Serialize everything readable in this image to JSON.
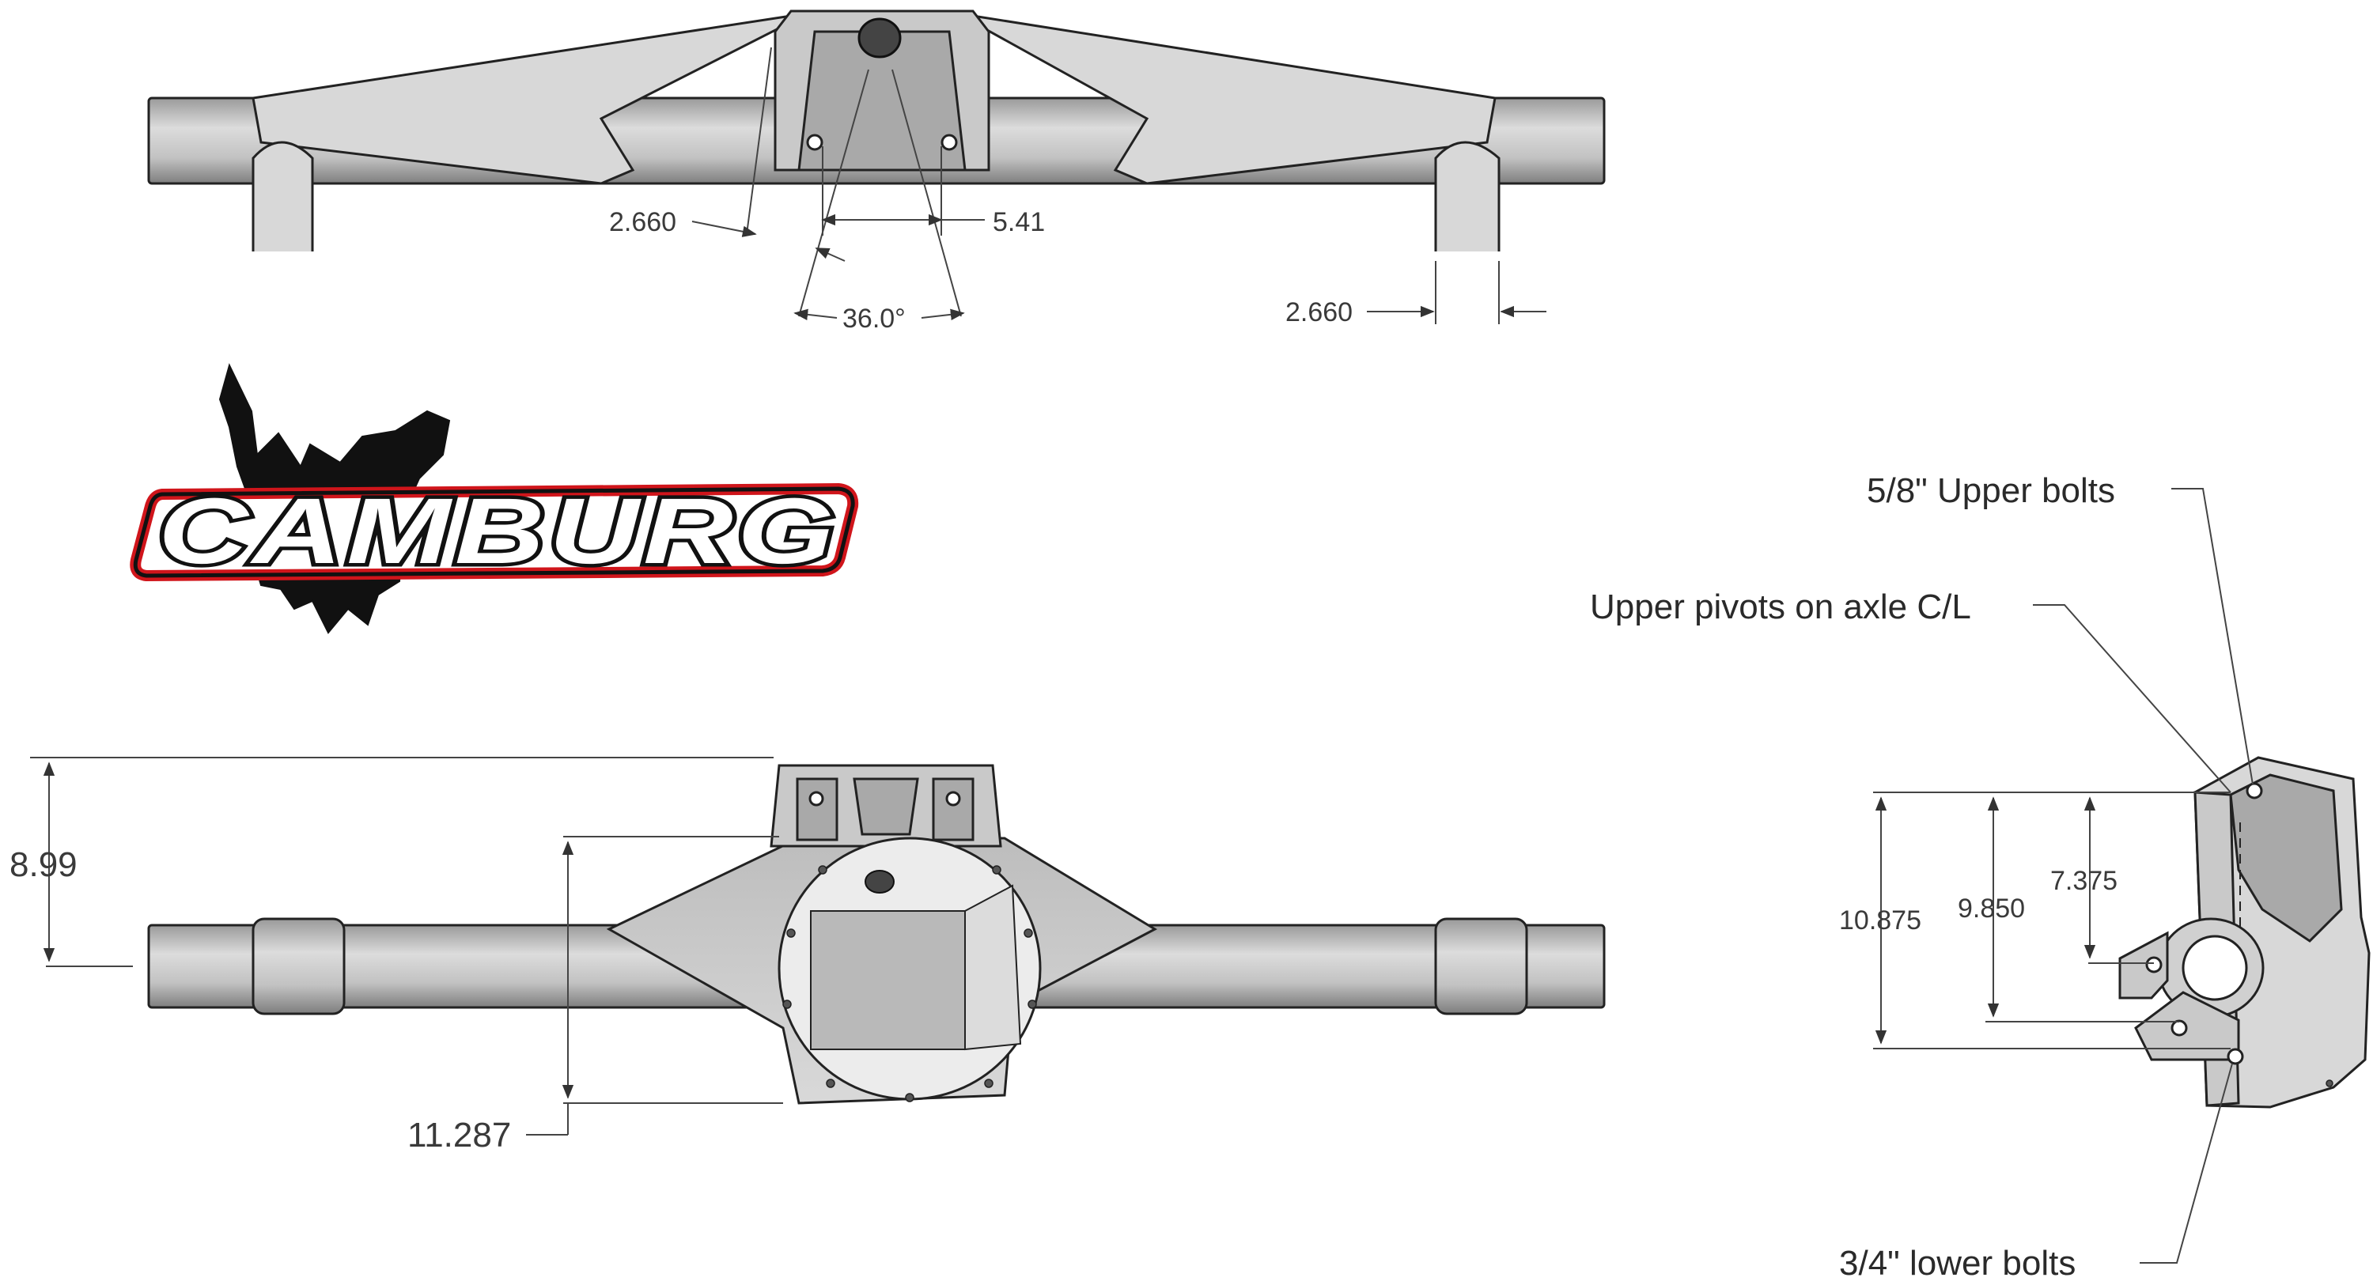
{
  "brand": {
    "logo_text": "CAMBURG",
    "colors": {
      "outline": "#d0151b",
      "fill": "#ffffff",
      "stroke": "#111111",
      "bird": "#111111"
    }
  },
  "top_view": {
    "dimensions": {
      "left_bracket": "2.660",
      "pivot_spacing": "5.41",
      "angle": "36.0°",
      "right_bracket": "2.660"
    }
  },
  "front_view": {
    "dimensions": {
      "height": "8.99",
      "bottom": "11.287"
    }
  },
  "side_view": {
    "callouts": {
      "upper_bolts": "5/8\" Upper bolts",
      "upper_pivots": "Upper pivots on axle C/L",
      "lower_bolts": "3/4\" lower bolts"
    },
    "dimensions": {
      "outer": "10.875",
      "middle": "9.850",
      "inner": "7.375"
    }
  },
  "colors": {
    "line": "#333333",
    "metal_light": "#d8d8d8",
    "metal_mid": "#c9c9c9",
    "metal_dark": "#a9a9a9"
  }
}
